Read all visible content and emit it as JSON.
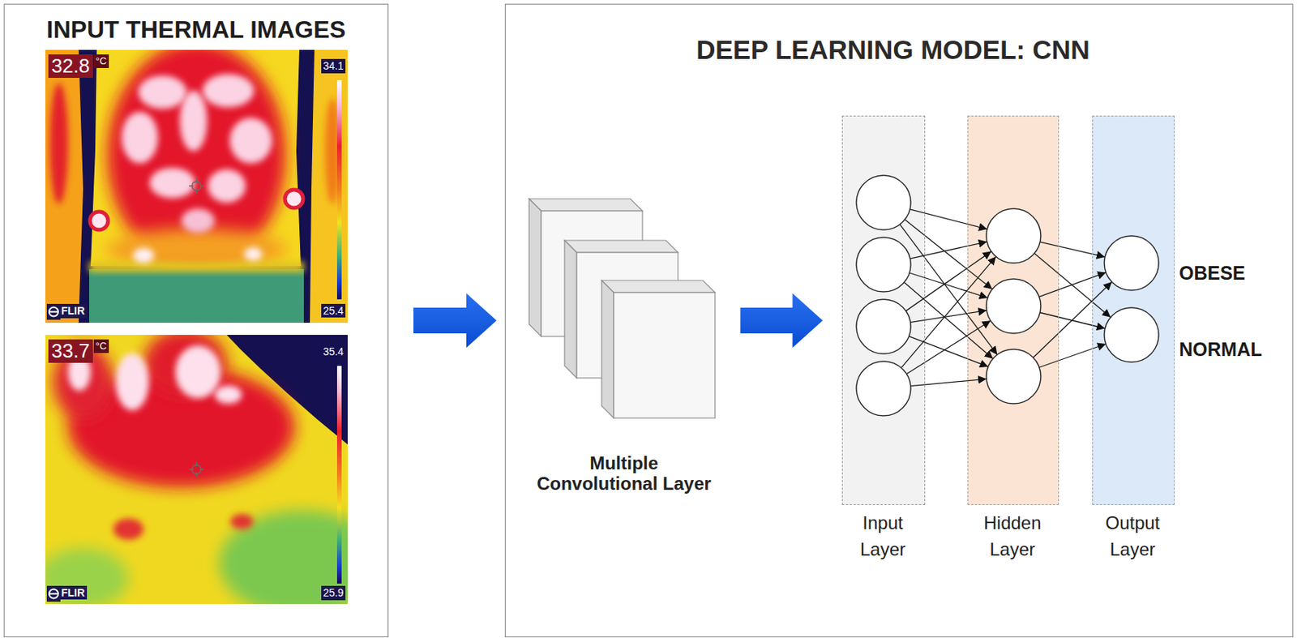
{
  "diagram": {
    "nodes": [
      {
        "text": [
          "INPUT THERMAL IMAGES"
        ]
      },
      {
        "text": [
          "DEEP LEARNING MODEL: CNN"
        ]
      },
      {
        "text": [
          "Multiple Convolutional Layer"
        ],
        "in": 1
      },
      {
        "text": [
          "Input Layer"
        ],
        "in": 1
      },
      {
        "text": [
          "Hidden Layer"
        ],
        "in": 1
      },
      {
        "text": [
          "Output Layer"
        ],
        "in": 1
      }
    ],
    "edges": [
      {
        "from": 0,
        "to": 1,
        "arrow": "to"
      },
      {
        "from": 2,
        "to": 3,
        "arrow": "to"
      }
    ],
    "labels": [
      "32.8",
      "°C",
      "34.1",
      "25.4",
      "FLIR",
      "33.7",
      "°C",
      "35.4",
      "25.9",
      "FLIR",
      "OBESE",
      "NORMAL"
    ]
  }
}
